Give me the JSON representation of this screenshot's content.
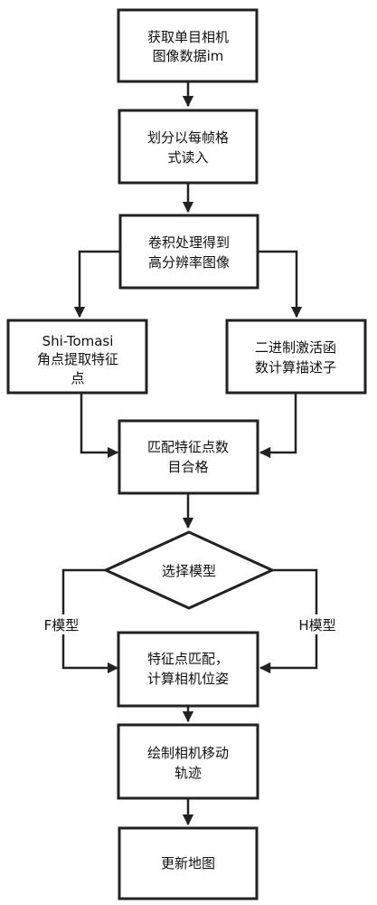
{
  "nodes": {
    "acquire_image": {
      "line1": "获取单目相机",
      "line2": "图像数据im"
    },
    "divide_frames": {
      "line1": "划分以每帧格",
      "line2": "式读入"
    },
    "convolution": {
      "line1": "卷积处理得到",
      "line2": "高分辨率图像"
    },
    "shi_tomasi": {
      "line1": "Shi-Tomasi",
      "line2": "角点提取特征",
      "line3": "点"
    },
    "binary_activation": {
      "line1": "二进制激活函",
      "line2": "数计算描述子"
    },
    "match_check": {
      "line1": "匹配特征点数",
      "line2": "目合格"
    },
    "select_model": {
      "label": "选择模型"
    },
    "pose": {
      "line1": "特征点匹配，",
      "line2": "计算相机位姿"
    },
    "draw_trajectory": {
      "line1": "绘制相机移动",
      "line2": "轨迹"
    },
    "update_map": {
      "label": "更新地图"
    }
  },
  "edges": {
    "f_model": "F模型",
    "h_model": "H模型"
  },
  "colors": {
    "stroke": "#222222",
    "fill": "#ffffff",
    "text": "#111111"
  }
}
